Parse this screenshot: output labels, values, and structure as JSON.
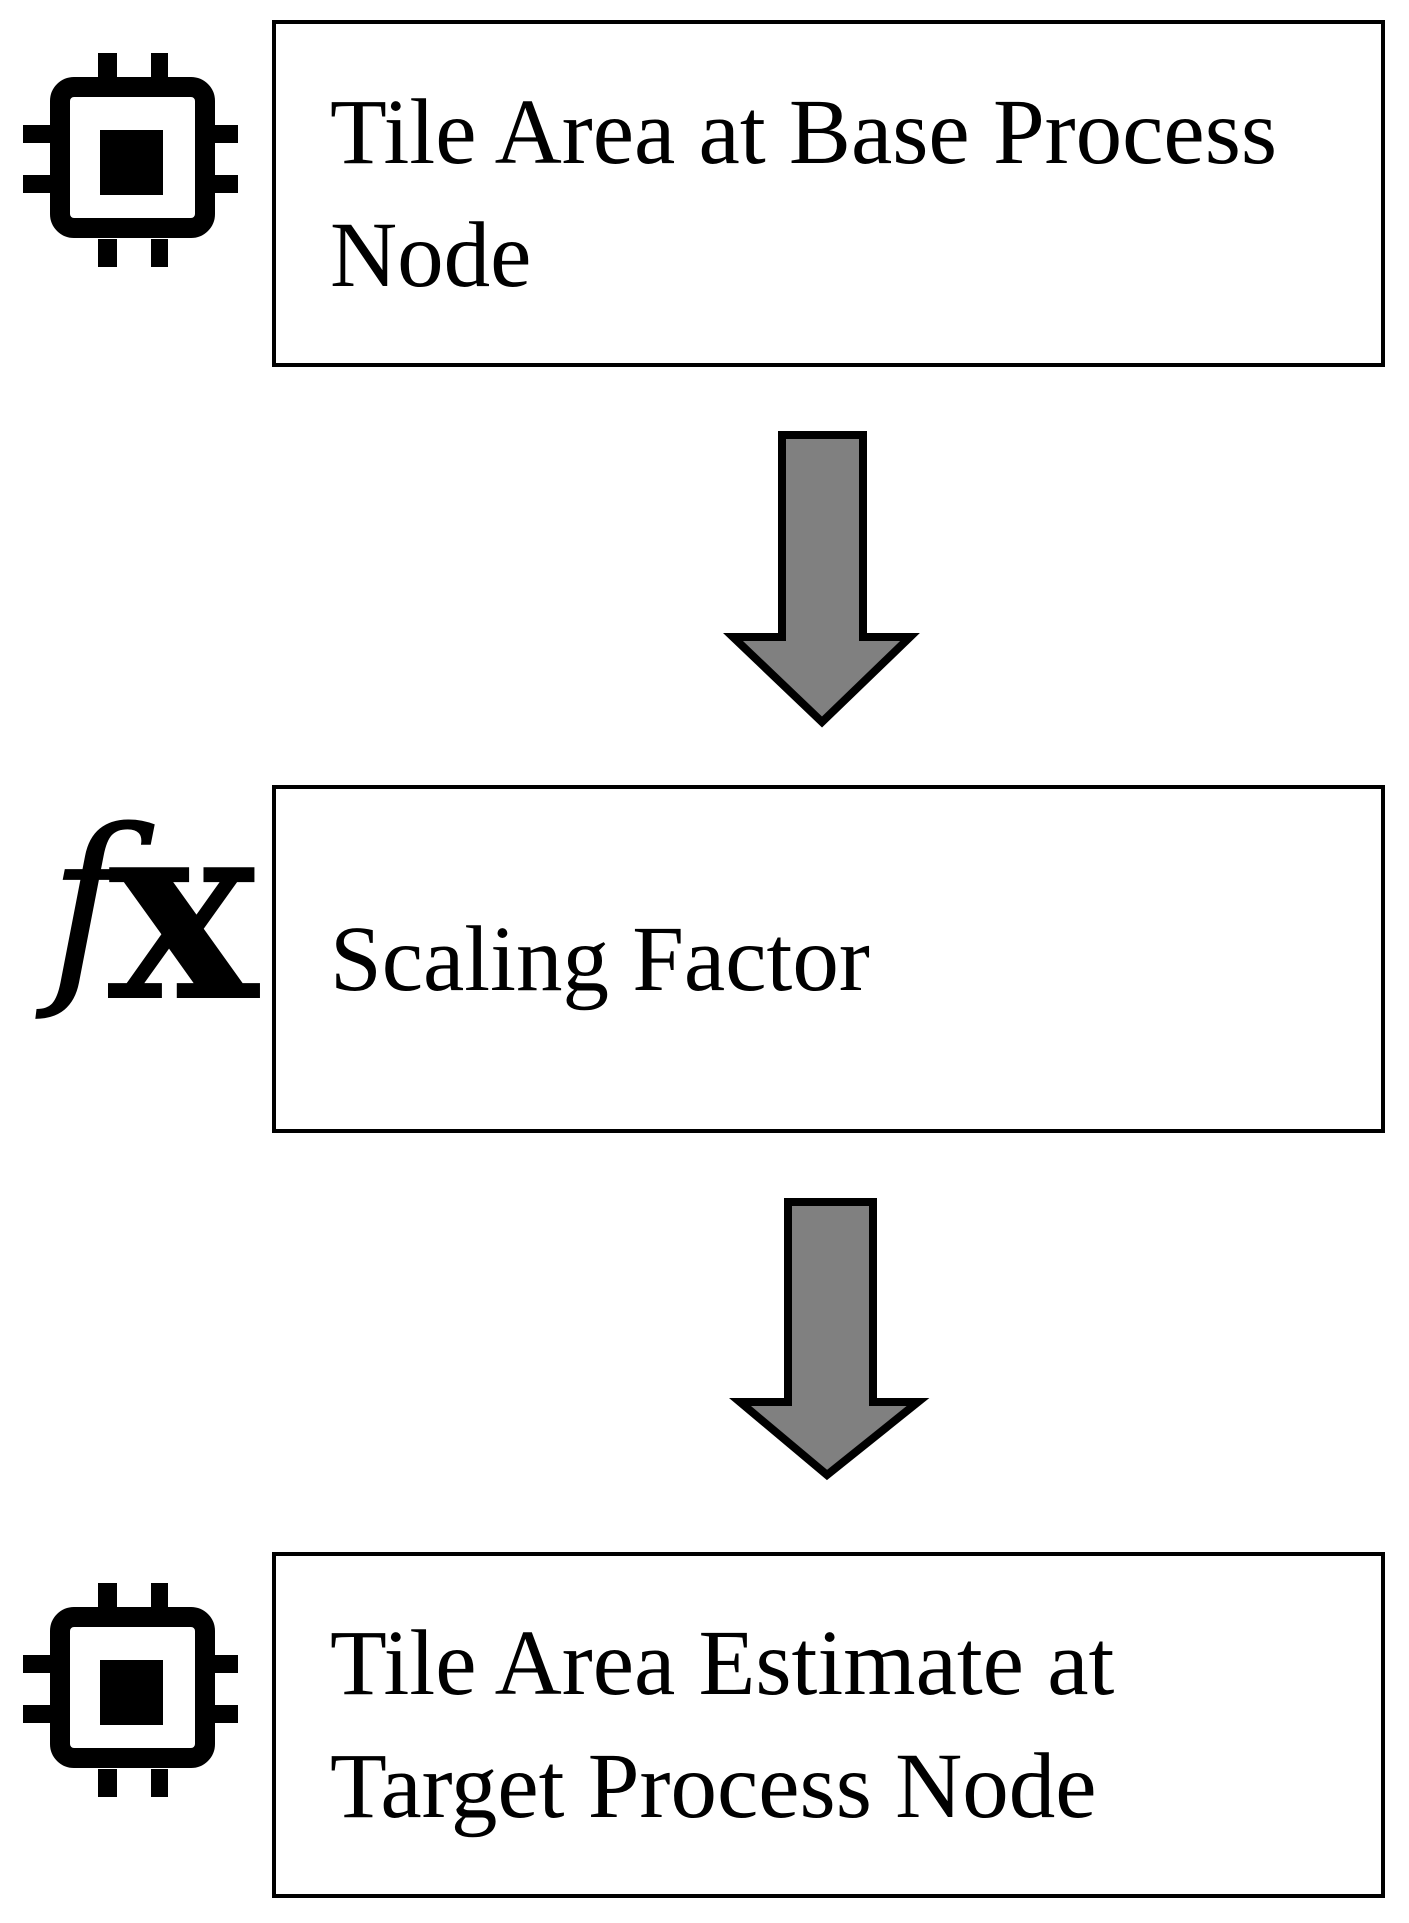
{
  "figure": {
    "type": "flowchart",
    "direction": "top-down",
    "nodes": [
      {
        "id": "tile-area-base",
        "icon": "cpu-chip-icon",
        "label": "Tile Area at Base Process Node",
        "lines": [
          "Tile Area at Base Process",
          "Node"
        ]
      },
      {
        "id": "scaling-factor",
        "icon": "function-fx-icon",
        "label": "Scaling Factor",
        "lines": [
          "Scaling Factor"
        ]
      },
      {
        "id": "tile-area-target",
        "icon": "cpu-chip-icon",
        "label": "Tile Area Estimate at Target Process Node",
        "lines": [
          "Tile Area Estimate at",
          "Target Process Node"
        ]
      }
    ],
    "connectors": [
      {
        "from": "tile-area-base",
        "to": "scaling-factor",
        "shape": "block-arrow-down"
      },
      {
        "from": "scaling-factor",
        "to": "tile-area-target",
        "shape": "block-arrow-down"
      }
    ],
    "fx_icon": {
      "f": "f",
      "x": "x"
    },
    "colors": {
      "background": "#ffffff",
      "box_fill": "#ffffff",
      "box_border": "#000000",
      "text": "#000000",
      "icon": "#000000",
      "arrow_fill": "#808080",
      "arrow_outline": "#000000"
    }
  }
}
